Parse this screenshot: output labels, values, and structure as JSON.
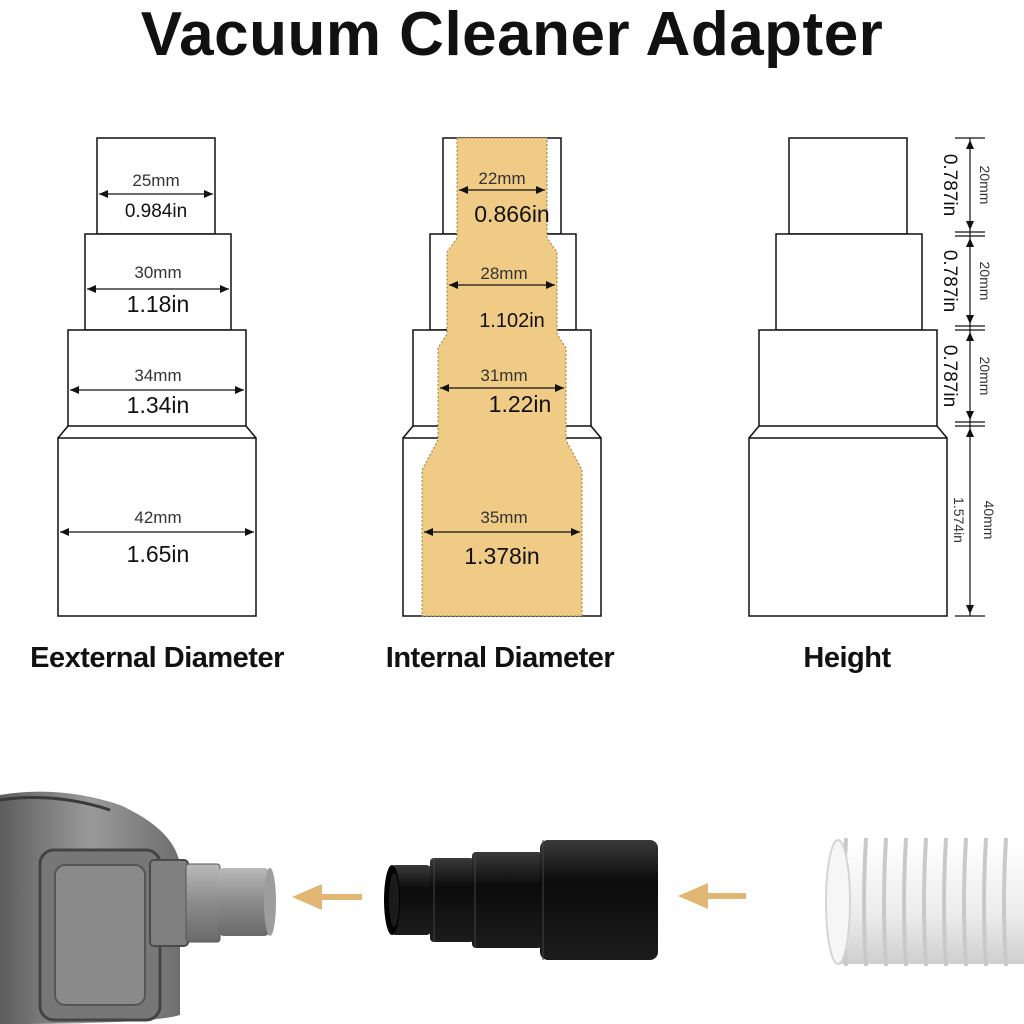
{
  "title": "Vacuum Cleaner Adapter",
  "colors": {
    "inner_fill": "#EFCB85",
    "arrow_tan": "#E2B774",
    "adapter_black": "#0b0b0b",
    "hose_white": "#f4f4f4"
  },
  "external": {
    "caption": "Eexternal Diameter",
    "sections": [
      {
        "mm": "25mm",
        "inch": "0.984in"
      },
      {
        "mm": "30mm",
        "inch": "1.18in"
      },
      {
        "mm": "34mm",
        "inch": "1.34in"
      },
      {
        "mm": "42mm",
        "inch": "1.65in"
      }
    ]
  },
  "internal": {
    "caption": "Internal Diameter",
    "sections": [
      {
        "mm": "22mm",
        "inch": "0.866in"
      },
      {
        "mm": "28mm",
        "inch": "1.102in"
      },
      {
        "mm": "31mm",
        "inch": "1.22in"
      },
      {
        "mm": "35mm",
        "inch": "1.378in"
      }
    ]
  },
  "height": {
    "caption": "Height",
    "sections": [
      {
        "mm": "20mm",
        "inch": "0.787in"
      },
      {
        "mm": "20mm",
        "inch": "0.787in"
      },
      {
        "mm": "20mm",
        "inch": "0.787in"
      },
      {
        "mm": "40mm",
        "inch": "1.574in"
      }
    ]
  },
  "photo": {
    "icons": [
      "power-tool-icon",
      "adapter-icon",
      "hose-icon",
      "arrow-left-icon"
    ]
  }
}
